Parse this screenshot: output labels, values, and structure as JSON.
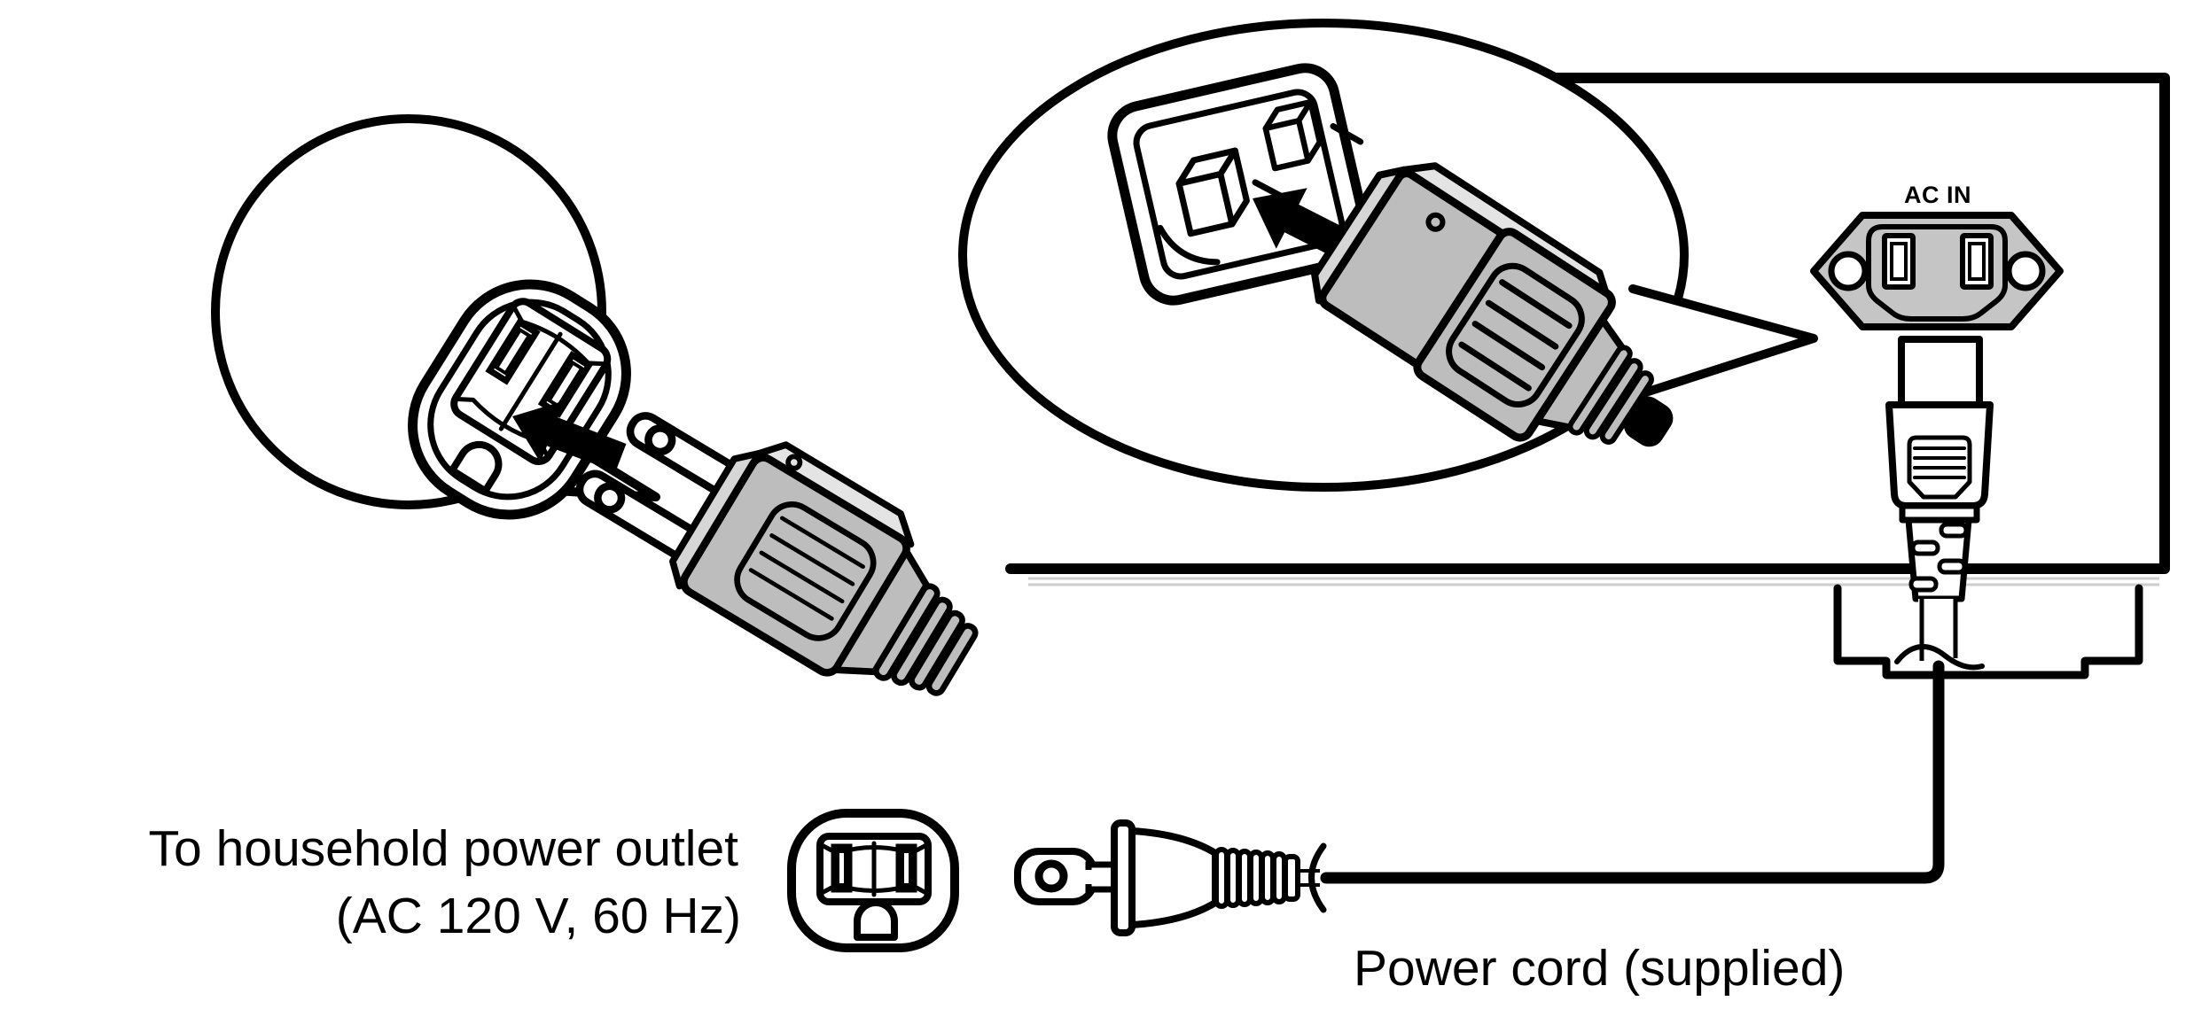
{
  "labels": {
    "ac_in": "AC IN",
    "household_line1": "To household power outlet",
    "household_line2": "(AC 120 V, 60 Hz)",
    "power_cord": "Power cord (supplied)"
  },
  "colors": {
    "paper": "#ffffff",
    "line": "#000000",
    "plug_gray": "#bdbdbd",
    "inlet_gray": "#c5c5c5",
    "face_light": "#e4e4e4",
    "face_mid": "#d6d6d6",
    "seam_gray": "#cccccc"
  }
}
